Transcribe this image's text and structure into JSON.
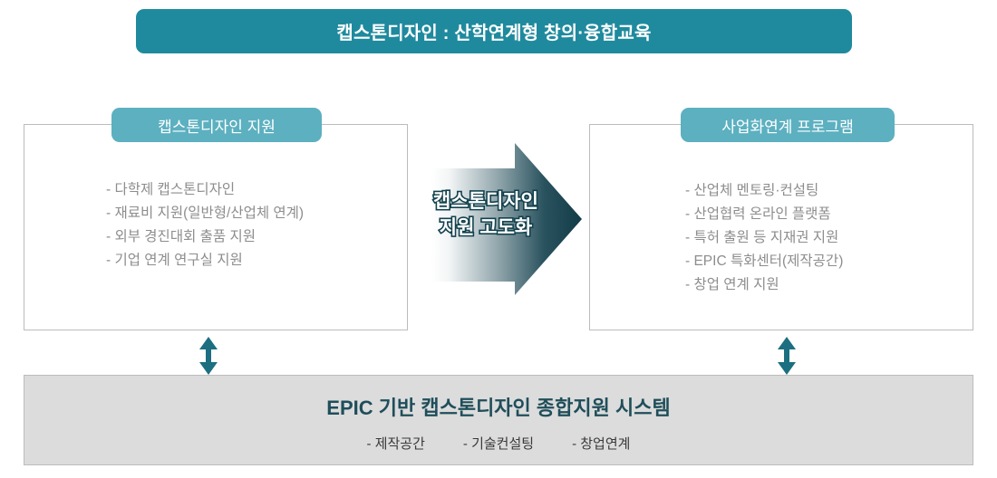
{
  "title_banner": {
    "text": "캡스톤디자인 : 산학연계형 창의·융합교육",
    "bg_color": "#1f8a9e",
    "text_color": "#ffffff"
  },
  "panels": {
    "left": {
      "badge_label": "캡스톤디자인 지원",
      "badge_color": "#5cb0c0",
      "items": [
        "- 다학제 캡스톤디자인",
        "- 재료비 지원(일반형/산업체 연계)",
        "- 외부 경진대회 출품 지원",
        "- 기업 연계 연구실 지원"
      ]
    },
    "right": {
      "badge_label": "사업화연계 프로그램",
      "badge_color": "#5cb0c0",
      "items": [
        "- 산업체 멘토링·컨설팅",
        "- 산업협력 온라인 플랫폼",
        "- 특허 출원 등 지재권 지원",
        "- EPIC 특화센터(제작공간)",
        "- 창업 연계 지원"
      ]
    }
  },
  "center_arrow": {
    "line1": "캡스톤디자인",
    "line2": "지원 고도화",
    "gradient_from": "#ffffff",
    "gradient_to": "#123c47",
    "text_color": "#ffffff",
    "outline_color": "#12414d",
    "direction": "right"
  },
  "connectors": {
    "left_arrow_name": "double-arrow-vertical",
    "right_arrow_name": "double-arrow-vertical",
    "color": "#1c6f80"
  },
  "bottom_bar": {
    "title": "EPIC 기반 캡스톤디자인 종합지원 시스템",
    "title_color": "#1f4e5a",
    "bg_color": "#dcdcdc",
    "sub_items": [
      "- 제작공간",
      "- 기술컨설팅",
      "- 창업연계"
    ]
  }
}
